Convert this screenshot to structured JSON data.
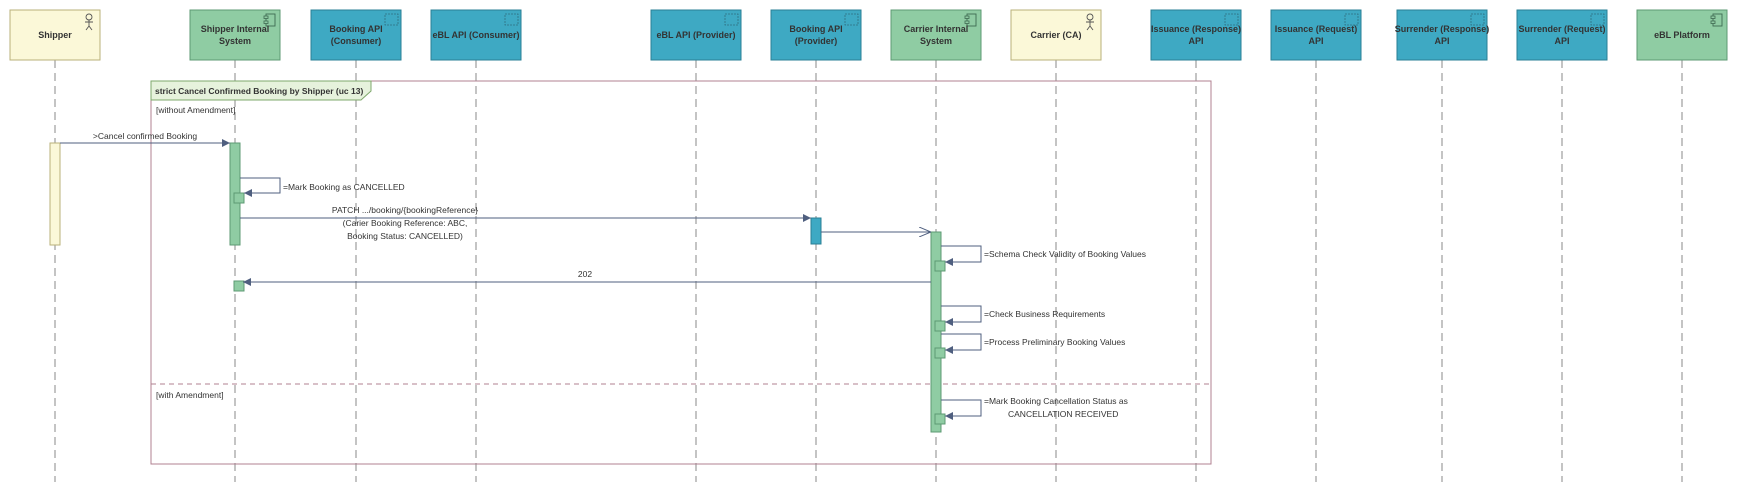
{
  "colors": {
    "actor": "#fbf8d8",
    "actor_border": "#b9b17a",
    "system": "#8fcca3",
    "system_border": "#5c9a73",
    "api": "#3ea9c3",
    "api_border": "#2a7f95",
    "fragment_border": "#b08090",
    "line": "#4f5f7f",
    "activation_green": "#8fcca3",
    "activation_blue": "#3ea9c3",
    "activation_yellow": "#fbf8d8"
  },
  "participants": [
    {
      "id": "shipper",
      "kind": "actor",
      "lines": [
        "Shipper"
      ],
      "icon": "stick-figure-icon"
    },
    {
      "id": "shipper-internal",
      "kind": "system",
      "lines": [
        "Shipper Internal",
        "System"
      ],
      "icon": "component-icon"
    },
    {
      "id": "booking-api-consumer",
      "kind": "api",
      "lines": [
        "Booking API",
        "(Consumer)"
      ],
      "icon": "interface-icon"
    },
    {
      "id": "ebl-api-consumer",
      "kind": "api",
      "lines": [
        "eBL API (Consumer)"
      ],
      "icon": "interface-icon"
    },
    {
      "id": "ebl-api-provider",
      "kind": "api",
      "lines": [
        "eBL API (Provider)"
      ],
      "icon": "interface-icon"
    },
    {
      "id": "booking-api-provider",
      "kind": "api",
      "lines": [
        "Booking API",
        "(Provider)"
      ],
      "icon": "interface-icon"
    },
    {
      "id": "carrier-internal",
      "kind": "system",
      "lines": [
        "Carrier Internal",
        "System"
      ],
      "icon": "component-icon"
    },
    {
      "id": "carrier",
      "kind": "actor",
      "lines": [
        "Carrier (CA)"
      ],
      "icon": "stick-figure-icon"
    },
    {
      "id": "issuance-response",
      "kind": "api",
      "lines": [
        "Issuance (Response)",
        "API"
      ],
      "icon": "interface-icon"
    },
    {
      "id": "issuance-request",
      "kind": "api",
      "lines": [
        "Issuance (Request)",
        "API"
      ],
      "icon": "interface-icon"
    },
    {
      "id": "surrender-response",
      "kind": "api",
      "lines": [
        "Surrender (Response)",
        "API"
      ],
      "icon": "interface-icon"
    },
    {
      "id": "surrender-request",
      "kind": "api",
      "lines": [
        "Surrender (Request)",
        "API"
      ],
      "icon": "interface-icon"
    },
    {
      "id": "ebl-platform",
      "kind": "system",
      "lines": [
        "eBL Platform"
      ],
      "icon": "component-icon"
    }
  ],
  "fragment": {
    "title": "strict Cancel Confirmed Booking by Shipper (uc 13)",
    "guards": [
      "[without Amendment]",
      "[with Amendment]"
    ]
  },
  "messages": [
    {
      "id": "cancel-confirmed-booking",
      "lines": [
        ">Cancel confirmed Booking"
      ]
    },
    {
      "id": "mark-booking-cancelled",
      "lines": [
        "=Mark Booking as CANCELLED"
      ]
    },
    {
      "id": "patch-booking",
      "lines": [
        "PATCH .../booking/{bookingReference}",
        "(Carier Booking Reference: ABC,",
        "Booking Status: CANCELLED)"
      ]
    },
    {
      "id": "forward-to-carrier",
      "lines": []
    },
    {
      "id": "schema-check",
      "lines": [
        "=Schema Check Validity of Booking Values"
      ]
    },
    {
      "id": "response-202",
      "lines": [
        "202"
      ]
    },
    {
      "id": "check-business-requirements",
      "lines": [
        "=Check Business Requirements"
      ]
    },
    {
      "id": "process-preliminary-values",
      "lines": [
        "=Process Preliminary Booking Values"
      ]
    },
    {
      "id": "mark-cancellation-received",
      "lines": [
        "=Mark Booking Cancellation Status as",
        "CANCELLATION RECEIVED"
      ]
    }
  ]
}
